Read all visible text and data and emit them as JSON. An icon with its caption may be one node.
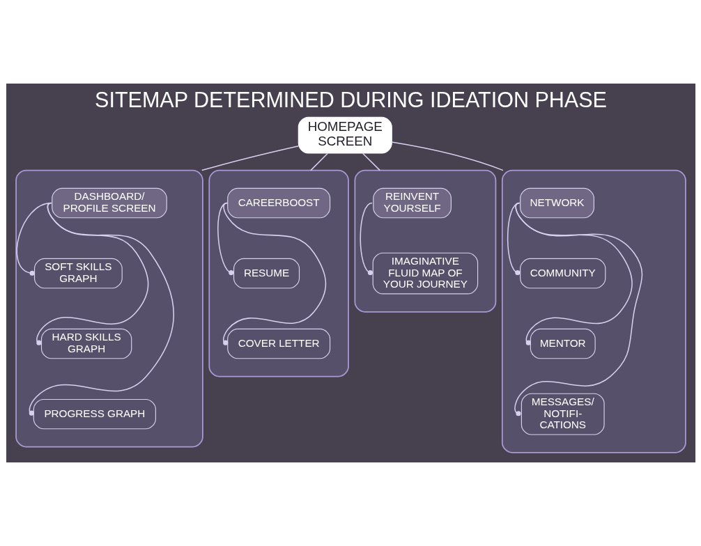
{
  "diagram": {
    "title": "SITEMAP DETERMINED DURING IDEATION PHASE",
    "nodes": [
      {
        "text": [
          "HOMEPAGE SCREEN"
        ]
      },
      {
        "text": [],
        "shape": "box"
      },
      {
        "text": [
          "DASHBOARD/ PROFILE SCREEN"
        ],
        "in": 1
      },
      {
        "text": [
          "SOFT SKILLS GRAPH"
        ],
        "in": 1
      },
      {
        "text": [
          "HARD SKILLS GRAPH"
        ],
        "in": 1
      },
      {
        "text": [
          "PROGRESS GRAPH"
        ],
        "in": 1
      },
      {
        "text": [],
        "shape": "box"
      },
      {
        "text": [
          "CAREERBOOST"
        ],
        "in": 6
      },
      {
        "text": [
          "RESUME"
        ],
        "in": 6
      },
      {
        "text": [
          "COVER LETTER"
        ],
        "in": 6
      },
      {
        "text": [],
        "shape": "box"
      },
      {
        "text": [
          "REINVENT YOURSELF"
        ],
        "in": 10
      },
      {
        "text": [
          "IMAGINATIVE FLUID MAP OF YOUR JOURNEY"
        ],
        "in": 10
      },
      {
        "text": [],
        "shape": "box"
      },
      {
        "text": [
          "NETWORK"
        ],
        "in": 13
      },
      {
        "text": [
          "COMMUNITY"
        ],
        "in": 13
      },
      {
        "text": [
          "MENTOR"
        ],
        "in": 13
      },
      {
        "text": [
          "MESSAGES/ NOTIFI- CATIONS"
        ],
        "in": 13
      }
    ],
    "edges": [
      {
        "from": 0,
        "to": 1,
        "arrow": "none"
      },
      {
        "from": 0,
        "to": 6,
        "arrow": "none"
      },
      {
        "from": 0,
        "to": 10,
        "arrow": "none"
      },
      {
        "from": 0,
        "to": 13,
        "arrow": "none"
      },
      {
        "from": 2,
        "to": 3,
        "arrow": "other"
      },
      {
        "from": 2,
        "to": 4,
        "arrow": "other"
      },
      {
        "from": 2,
        "to": 5,
        "arrow": "other"
      },
      {
        "from": 7,
        "to": 8,
        "arrow": "other"
      },
      {
        "from": 7,
        "to": 9,
        "arrow": "other"
      },
      {
        "from": 11,
        "to": 12,
        "arrow": "other"
      },
      {
        "from": 14,
        "to": 15,
        "arrow": "other"
      },
      {
        "from": 14,
        "to": 16,
        "arrow": "other"
      },
      {
        "from": 14,
        "to": 17,
        "arrow": "other"
      }
    ]
  }
}
